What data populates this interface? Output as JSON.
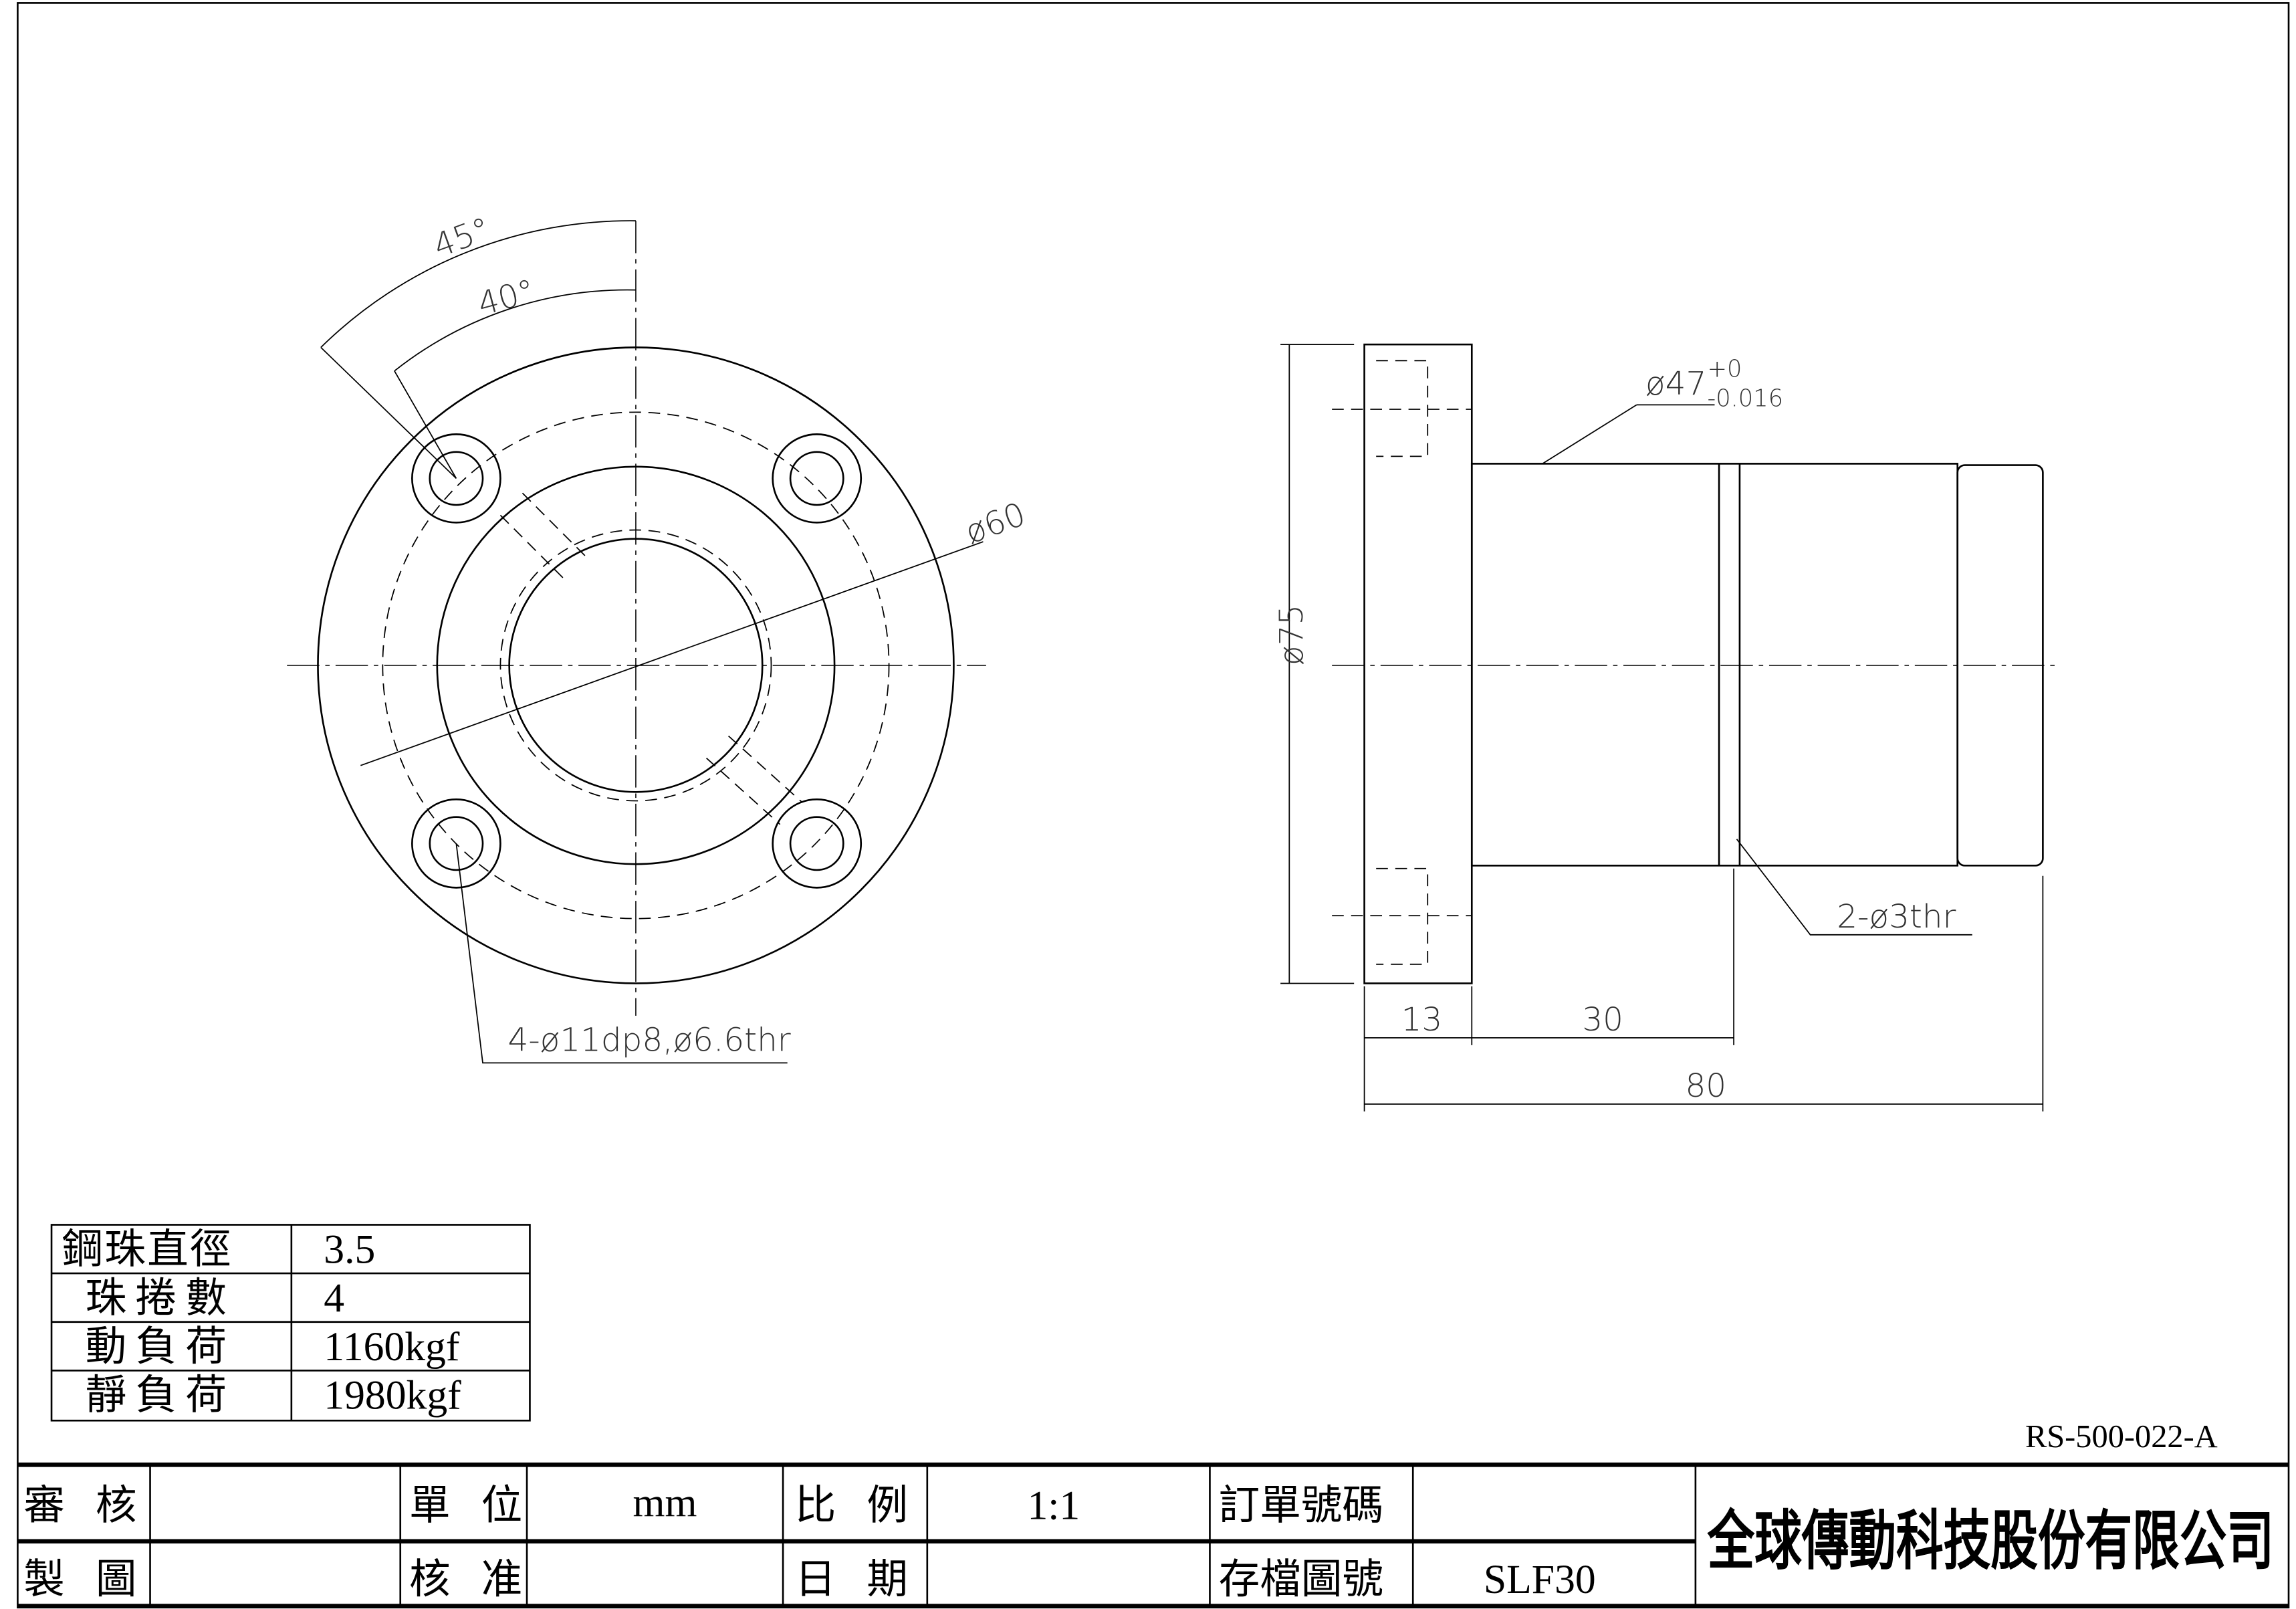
{
  "drawing_number": "RS-500-022-A",
  "front_view": {
    "angle_outer": "45°",
    "angle_inner": "40°",
    "pcd": "ø60",
    "holes": "4-ø11dp8,ø6.6thr"
  },
  "side_view": {
    "flange_dia": "ø75",
    "body_dia": "ø47",
    "tol_upper": "+0",
    "tol_lower": "-0.016",
    "oil_holes": "2-ø3thr",
    "dim_flange": "13",
    "dim_groove": "30",
    "dim_total": "80"
  },
  "spec_table": [
    {
      "label": "鋼珠直徑",
      "value": "3.5"
    },
    {
      "label": "珠捲數",
      "value": "4"
    },
    {
      "label": "動負荷",
      "value": "1160kgf"
    },
    {
      "label": "靜負荷",
      "value": "1980kgf"
    }
  ],
  "title_block": {
    "review": "審 核",
    "unit_label": "單 位",
    "unit": "mm",
    "scale_label": "比 例",
    "scale": "1:1",
    "order_label": "訂單號碼",
    "order": "",
    "drawn": "製 圖",
    "approve": "核 准",
    "date_label": "日 期",
    "date": "",
    "file_label": "存檔圖號",
    "file": "SLF30",
    "company": "全球傳動科技股份有限公司"
  }
}
